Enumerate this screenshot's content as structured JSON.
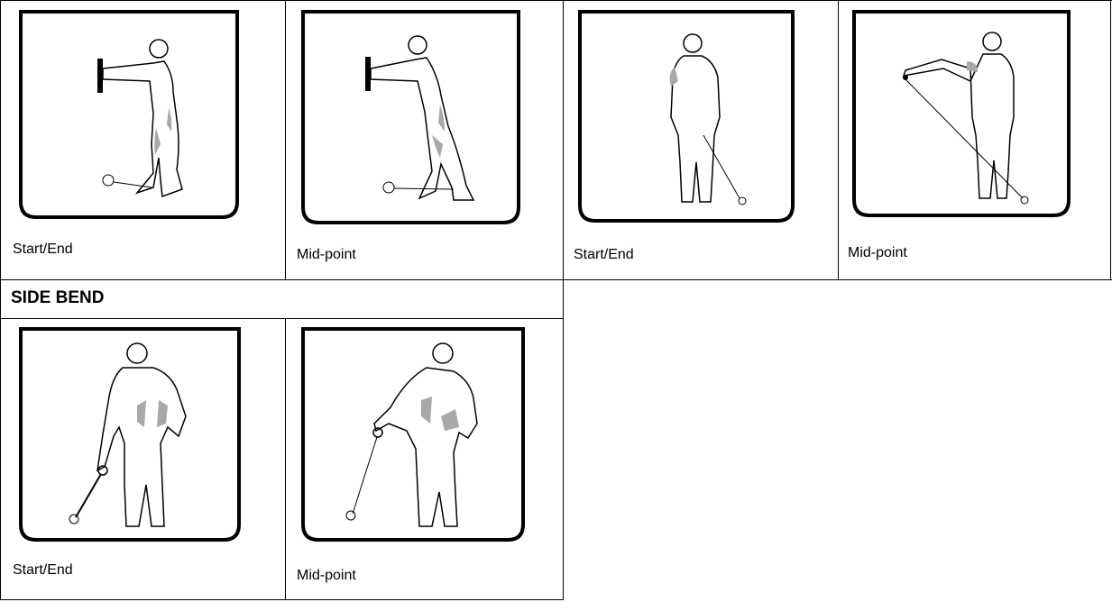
{
  "sections": [
    {
      "heading": "",
      "panels": [
        {
          "caption": "Start/End",
          "figure": "standing-push-start-figure"
        },
        {
          "caption": "Mid-point",
          "figure": "standing-push-mid-figure"
        },
        {
          "caption": "Start/End",
          "figure": "shoulder-raise-start-figure"
        },
        {
          "caption": "Mid-point",
          "figure": "shoulder-raise-mid-figure"
        }
      ]
    },
    {
      "heading": "SIDE BEND",
      "panels": [
        {
          "caption": "Start/End",
          "figure": "side-bend-start-figure"
        },
        {
          "caption": "Mid-point",
          "figure": "side-bend-mid-figure"
        }
      ]
    }
  ],
  "colors": {
    "line": "#000000",
    "muscle": "#a8a8a8",
    "background": "#ffffff"
  }
}
